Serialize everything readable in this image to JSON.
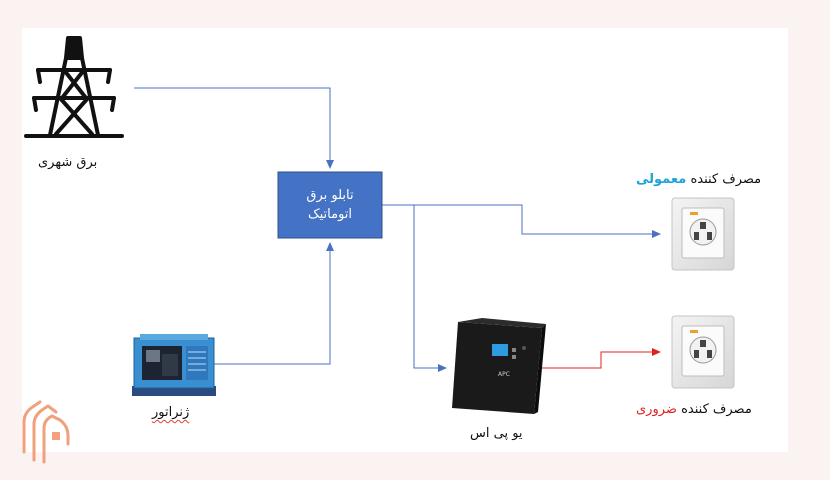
{
  "nodes": {
    "grid": {
      "label": "برق شهری"
    },
    "panel": {
      "line1": "تابلو برق",
      "line2": "اتوماتیک"
    },
    "generator": {
      "label": "ژنراتور"
    },
    "ups": {
      "label": "یو پی اس",
      "brand": "APC"
    },
    "normal_load": {
      "prefix": "مصرف کننده",
      "highlight": "معمولی"
    },
    "critical_load": {
      "prefix": "مصرف کننده",
      "highlight": "ضروری"
    }
  },
  "colors": {
    "panel_fill": "#4472c4",
    "connector": "#4a72c0",
    "critical_connector": "#e02020",
    "normal_highlight": "#1ca3d8",
    "critical_highlight": "#e02020",
    "logo": "#f0a07a"
  },
  "icons": {
    "grid": "power-tower-icon",
    "generator": "generator-icon",
    "ups": "ups-device-icon",
    "load": "wall-socket-icon",
    "logo": "brand-logo-icon"
  }
}
